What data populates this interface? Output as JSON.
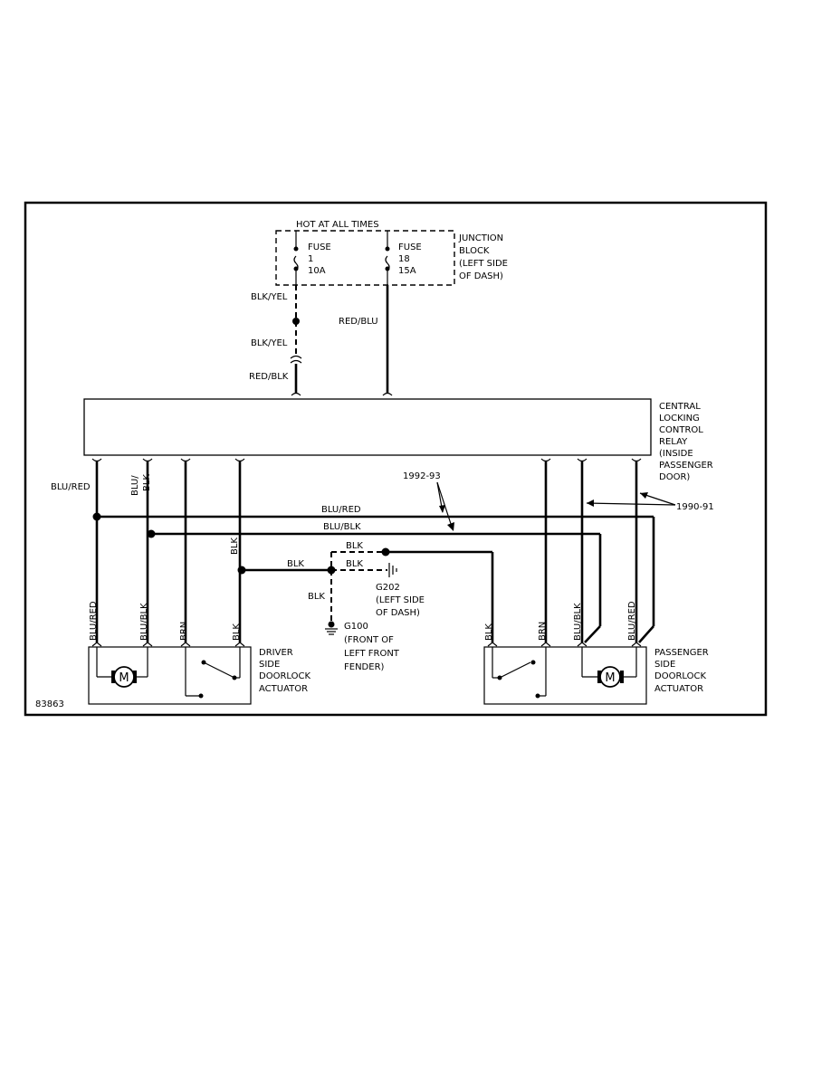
{
  "junction": {
    "hot_label": "HOT AT ALL TIMES",
    "fuse1": [
      "FUSE",
      "1",
      "10A"
    ],
    "fuse2": [
      "FUSE",
      "18",
      "15A"
    ],
    "name": [
      "JUNCTION",
      "BLOCK",
      "(LEFT SIDE",
      "OF DASH)"
    ]
  },
  "relay": {
    "name": [
      "CENTRAL",
      "LOCKING",
      "CONTROL",
      "RELAY",
      "(INSIDE",
      "PASSENGER",
      "DOOR)"
    ]
  },
  "wires": {
    "blk_yel": "BLK/YEL",
    "blk_yel_2": "BLK/YEL",
    "red_blk": "RED/BLK",
    "red_blu": "RED/BLU",
    "blu_red_left": "BLU/RED",
    "blu_slash": "BLU/",
    "blk_small": "BLK",
    "blu_red_bus": "BLU/RED",
    "blu_blk_bus": "BLU/BLK",
    "blk_vertical": "BLK",
    "blk_left_splice": "BLK",
    "blk_upper_dashed": "BLK",
    "blk_lower_dashed": "BLK",
    "blk_ground_vertical": "BLK"
  },
  "years": {
    "y1992": "1992-93",
    "y1990": "1990-91"
  },
  "grounds": {
    "g202": [
      "G202",
      "(LEFT SIDE",
      "OF DASH)"
    ],
    "g100": [
      "G100",
      "(FRONT OF",
      "LEFT FRONT",
      "FENDER)"
    ]
  },
  "driver": {
    "pins": [
      "BLU/RED",
      "BLU/BLK",
      "BRN",
      "BLK"
    ],
    "name": [
      "DRIVER",
      "SIDE",
      "DOORLOCK",
      "ACTUATOR"
    ]
  },
  "passenger": {
    "pins": [
      "BLK",
      "BRN",
      "BLU/BLK",
      "BLU/RED"
    ],
    "name": [
      "PASSENGER",
      "SIDE",
      "DOORLOCK",
      "ACTUATOR"
    ]
  },
  "motor_symbol": "M",
  "figure_id": "83863"
}
